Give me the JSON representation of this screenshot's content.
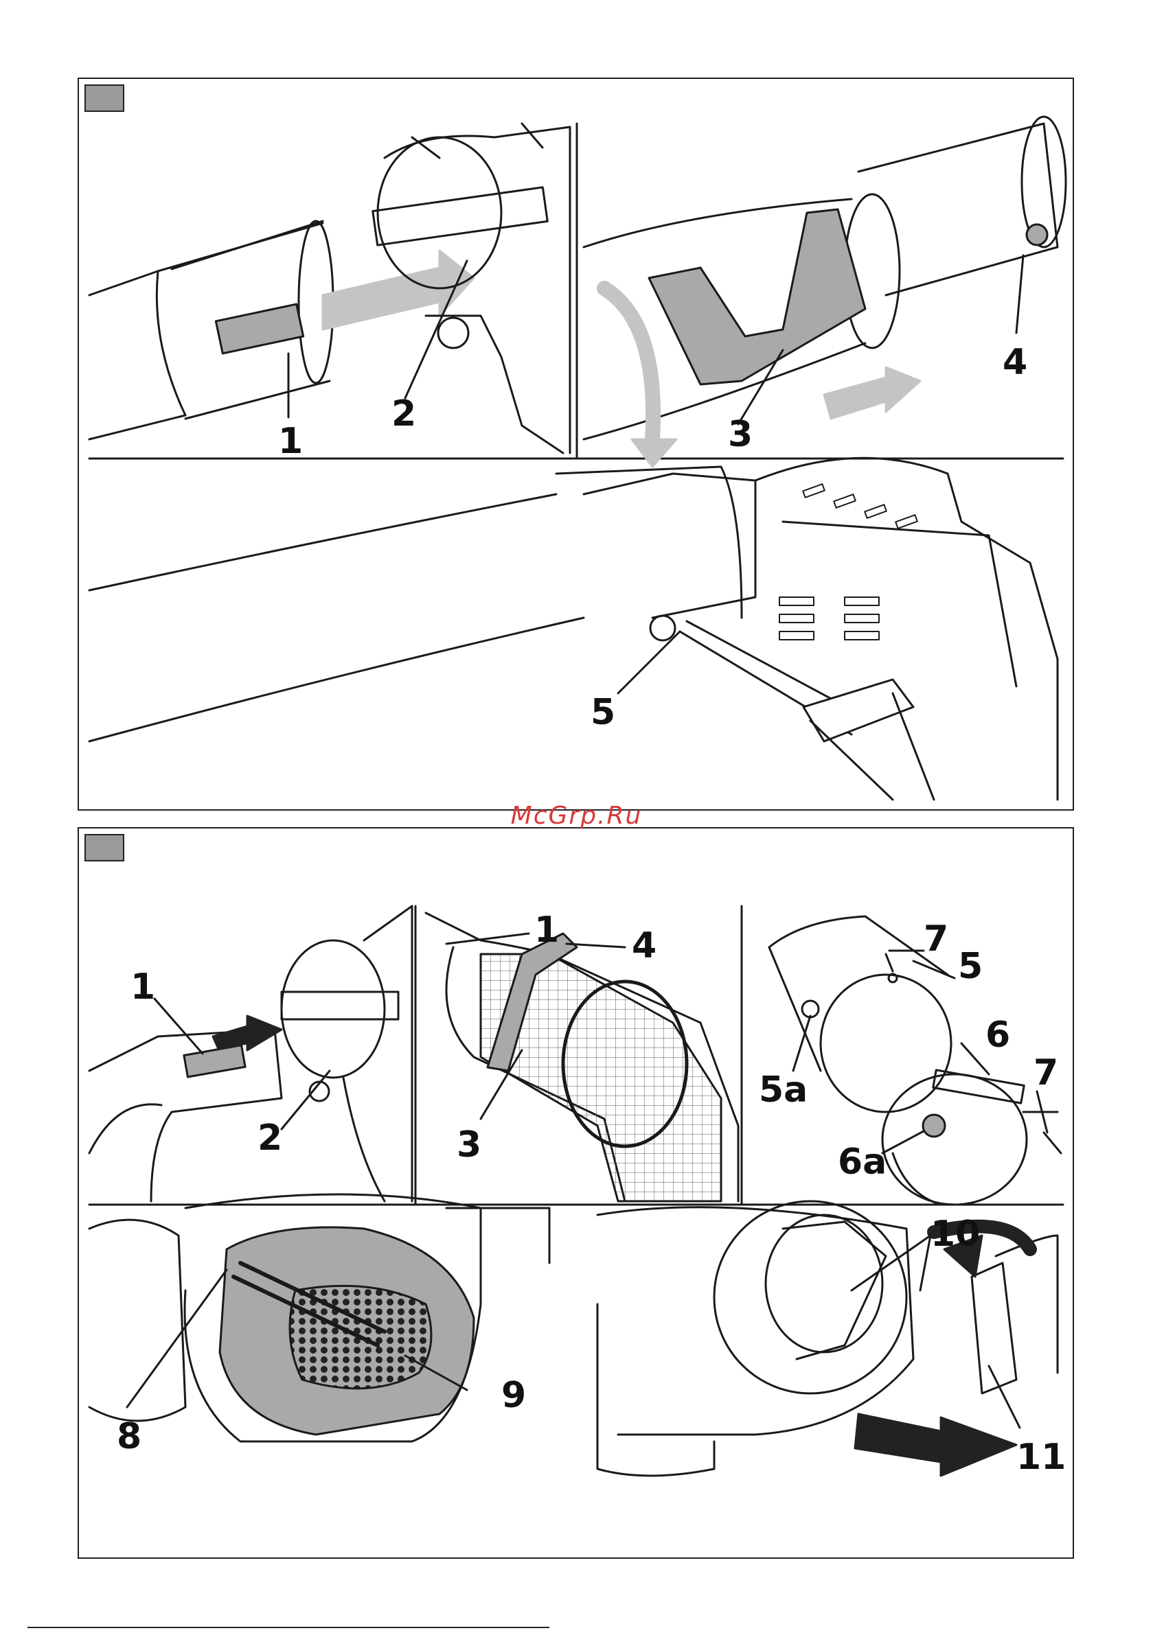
{
  "watermark": "McGrp.Ru",
  "colors": {
    "line": "#1a1a1a",
    "fill_gray": "#a9a9a9",
    "arrow_gray": "#c4c4c4",
    "badge": "#9a9a9a",
    "watermark": "#d93a3a"
  },
  "figure_a": {
    "labels": {
      "l1": "1",
      "l2": "2",
      "l3": "3",
      "l4": "4",
      "l5": "5"
    }
  },
  "figure_b": {
    "labels": {
      "l1": "1",
      "l2": "2",
      "l1b": "1",
      "l3": "3",
      "l4": "4",
      "l7": "7",
      "l5": "5",
      "l5a": "5a",
      "l6": "6",
      "l7b": "7",
      "l6a": "6a",
      "l8": "8",
      "l9": "9",
      "l10": "10",
      "l11": "11"
    }
  }
}
